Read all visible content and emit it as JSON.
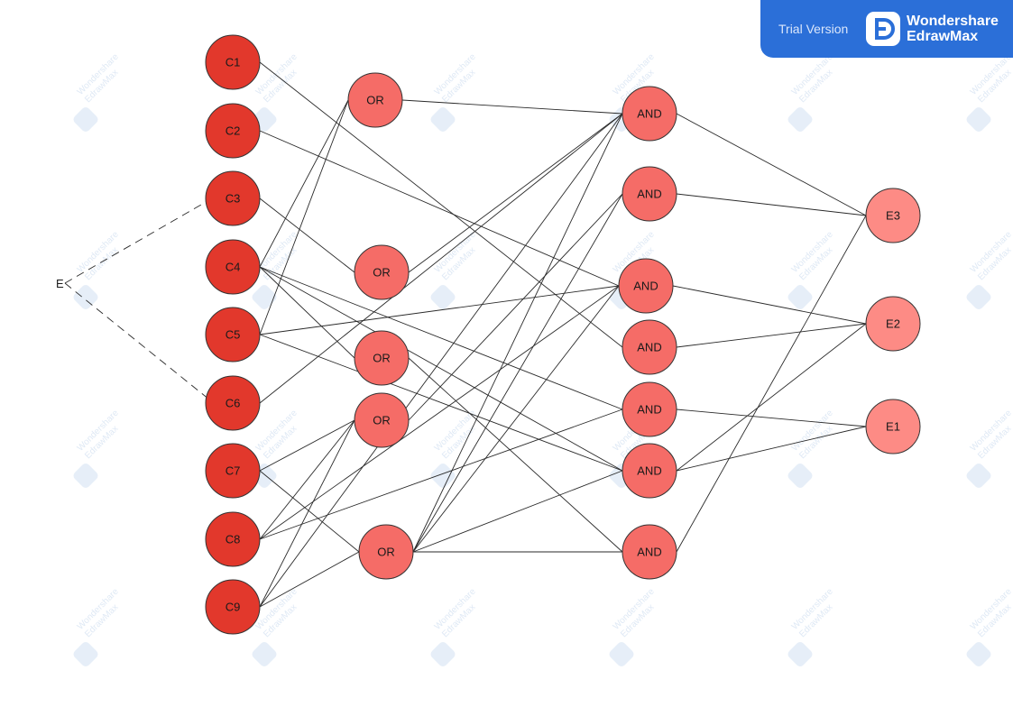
{
  "diagram": {
    "colors": {
      "cause": "#e2382c",
      "gate": "#f56c67",
      "effect": "#fd8b85",
      "stroke": "#333333",
      "banner": "#2b6fd8"
    },
    "root_label": "E",
    "causes": [
      "C1",
      "C2",
      "C3",
      "C4",
      "C5",
      "C6",
      "C7",
      "C8",
      "C9"
    ],
    "or_gates": [
      "OR",
      "OR",
      "OR",
      "OR",
      "OR"
    ],
    "and_gates": [
      "AND",
      "AND",
      "AND",
      "AND",
      "AND",
      "AND",
      "AND"
    ],
    "effects": [
      "E3",
      "E2",
      "E1"
    ]
  },
  "watermark": {
    "brand": "Wondershare",
    "product": "EdrawMax",
    "trial_label": "Trial Version",
    "icon": "edrawmax-logo-icon"
  }
}
